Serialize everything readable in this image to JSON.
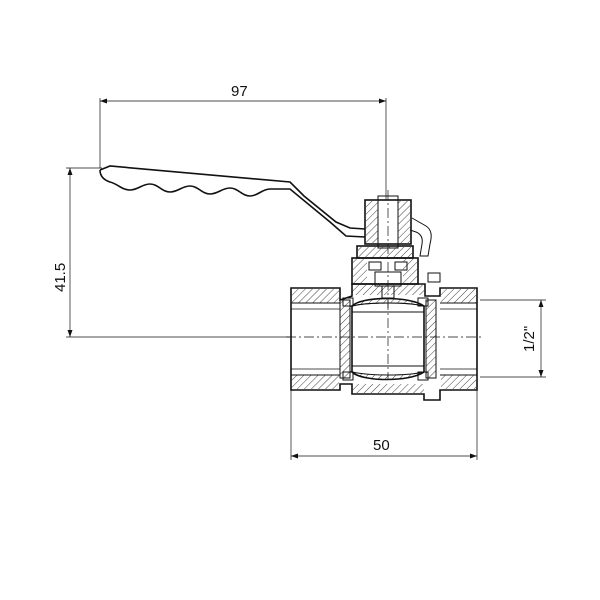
{
  "dimensions": {
    "handle_length": "97",
    "height": "41.5",
    "body_length": "50",
    "thread_size": "1/2\""
  }
}
